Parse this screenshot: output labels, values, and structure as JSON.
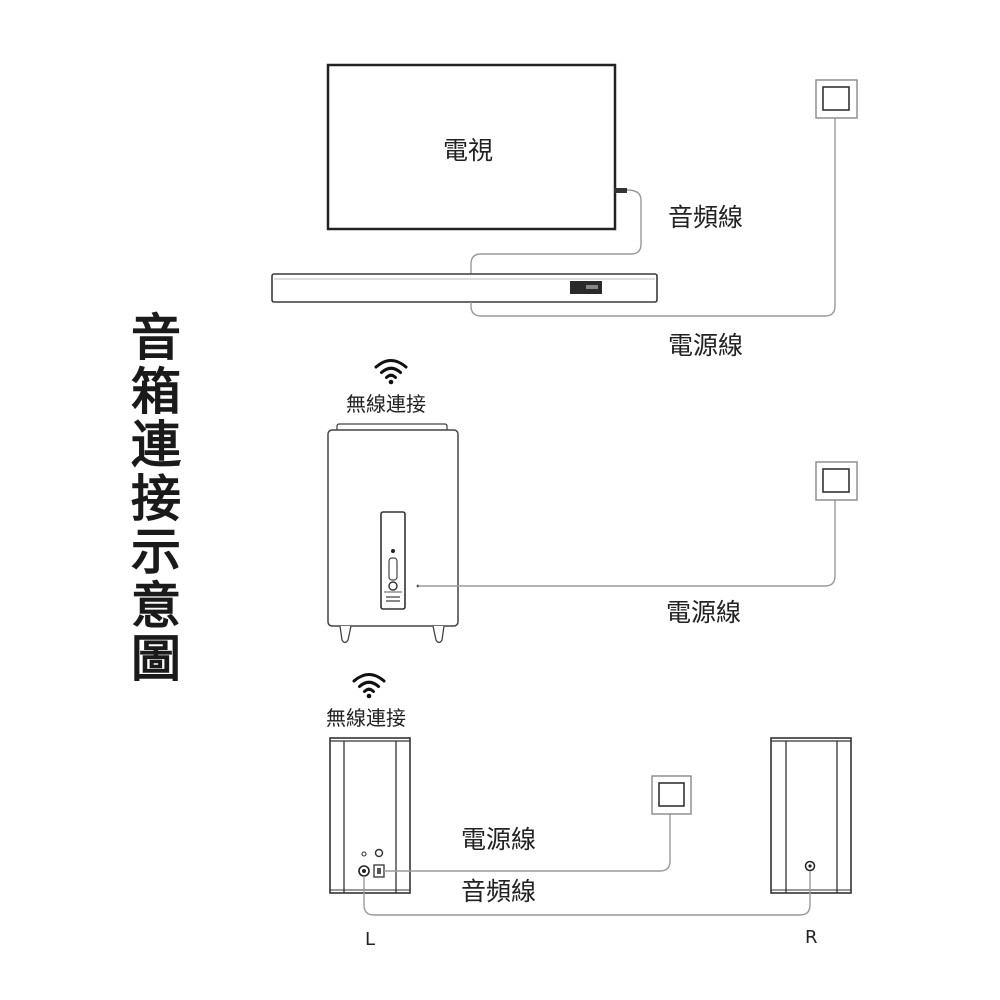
{
  "title_chars": [
    "音",
    "箱",
    "連",
    "接",
    "示",
    "意",
    "圖"
  ],
  "tv": {
    "label": "電視"
  },
  "soundbar_section": {
    "audio_cable_label": "音頻線",
    "power_cable_label": "電源線"
  },
  "subwoofer_section": {
    "wireless_label": "無線連接",
    "power_cable_label": "電源線"
  },
  "rear_speakers_section": {
    "wireless_label": "無線連接",
    "power_cable_label": "電源線",
    "audio_cable_label": "音頻線",
    "left_label": "L",
    "right_label": "R"
  },
  "icons": [
    "wifi-icon",
    "power-outlet-icon"
  ],
  "colors": {
    "line": "#9a9a9a",
    "outline": "#2a2a2a",
    "text": "#222222"
  }
}
